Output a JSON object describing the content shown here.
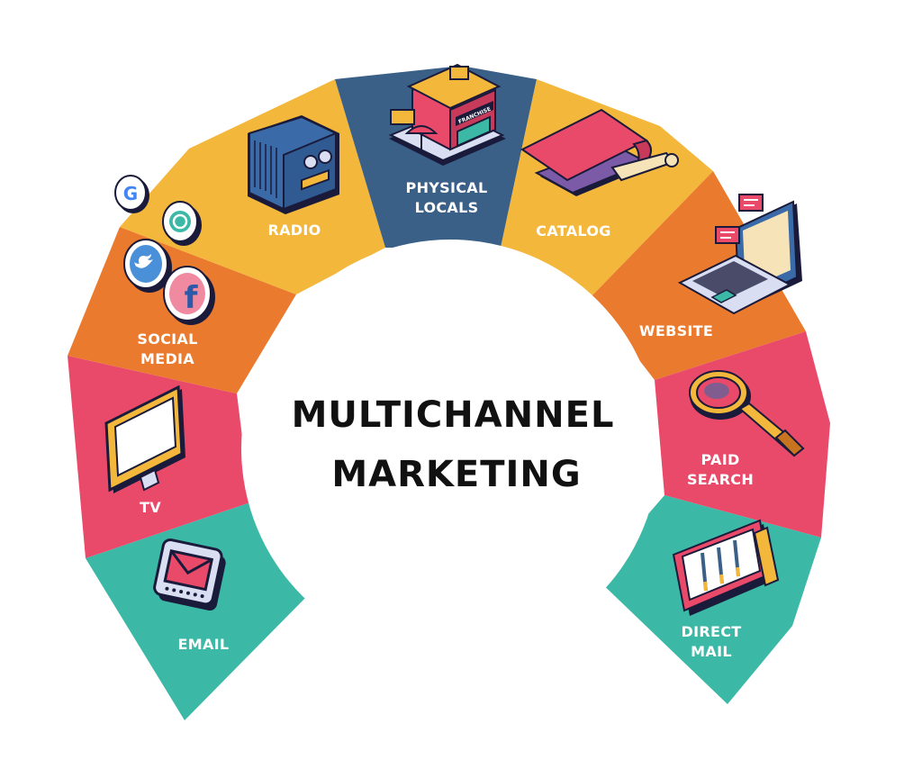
{
  "title": {
    "line1": "MULTICHANNEL",
    "line2": "MARKETING"
  },
  "colors": {
    "teal": "#3bb9a6",
    "pink": "#ea4a6a",
    "orange": "#ea7a2e",
    "yellow": "#f3b73c",
    "navy": "#3a6088",
    "white": "#ffffff",
    "text_dark": "#111111"
  },
  "segments": [
    {
      "id": "email",
      "lines": [
        "EMAIL"
      ],
      "color": "#3bb9a6",
      "icon": "email-icon"
    },
    {
      "id": "tv",
      "lines": [
        "TV"
      ],
      "color": "#ea4a6a",
      "icon": "tv-icon"
    },
    {
      "id": "social-media",
      "lines": [
        "SOCIAL",
        "MEDIA"
      ],
      "color": "#ea7a2e",
      "icon": "social-media-icons"
    },
    {
      "id": "radio",
      "lines": [
        "RADIO"
      ],
      "color": "#f3b73c",
      "icon": "radio-icon"
    },
    {
      "id": "physical-locals",
      "lines": [
        "PHYSICAL",
        "LOCALS"
      ],
      "color": "#3a6088",
      "icon": "storefront-icon"
    },
    {
      "id": "catalog",
      "lines": [
        "CATALOG"
      ],
      "color": "#f3b73c",
      "icon": "catalog-icon"
    },
    {
      "id": "website",
      "lines": [
        "WEBSITE"
      ],
      "color": "#ea7a2e",
      "icon": "laptop-icon"
    },
    {
      "id": "paid-search",
      "lines": [
        "PAID",
        "SEARCH"
      ],
      "color": "#ea4a6a",
      "icon": "magnifier-icon"
    },
    {
      "id": "direct-mail",
      "lines": [
        "DIRECT",
        "MAIL"
      ],
      "color": "#3bb9a6",
      "icon": "clipboard-icon"
    }
  ],
  "icons": {
    "storefront_sign": "FRANCHISE"
  }
}
